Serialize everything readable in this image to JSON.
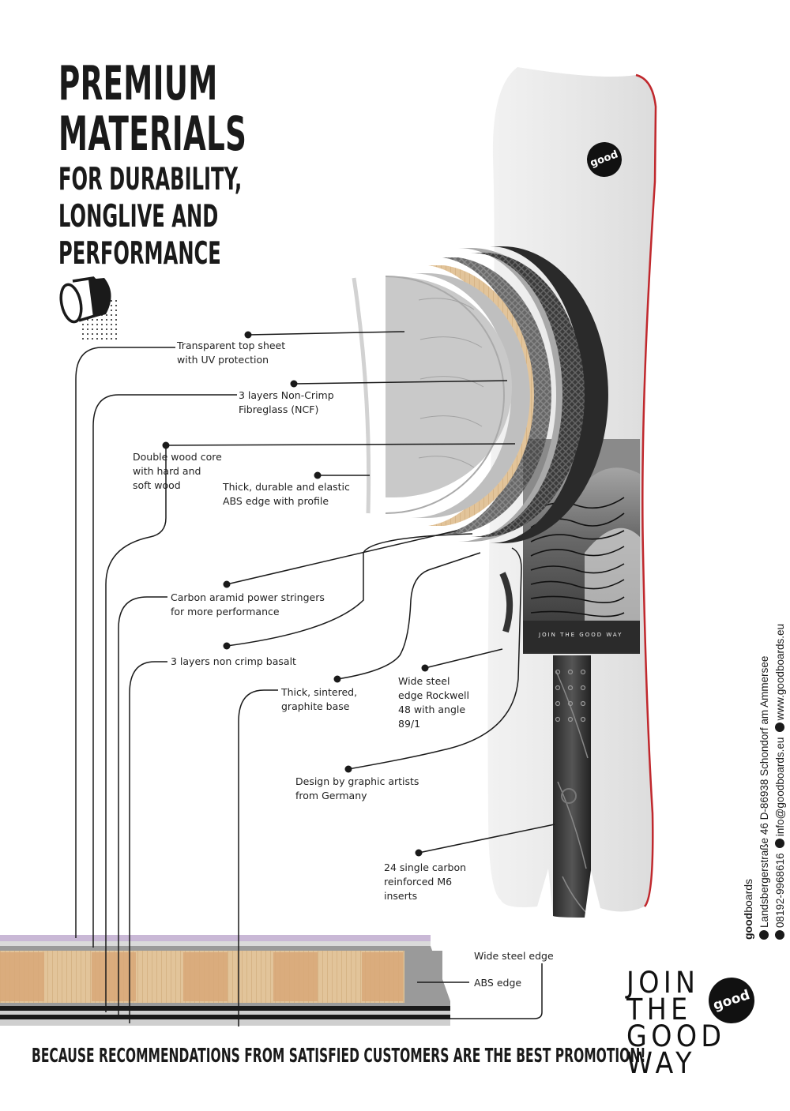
{
  "headline": {
    "line1": "PREMIUM",
    "line2": "MATERIALS",
    "line3": "FOR DURABILITY,",
    "line4": "LONGLIVE AND",
    "line5": "PERFORMANCE"
  },
  "callouts": {
    "top_sheet_1": "Transparent top sheet",
    "top_sheet_2": "with UV protection",
    "ncf_1": "3 layers Non-Crimp",
    "ncf_2": "Fibreglass (NCF)",
    "wood_1": "Double wood core",
    "wood_2": "with hard and",
    "wood_3": "soft wood",
    "abs_1": "Thick, durable and elastic",
    "abs_2": "ABS edge with profile",
    "carbon_1": "Carbon aramid power stringers",
    "carbon_2": "for more performance",
    "basalt": "3 layers non crimp basalt",
    "base_1": "Thick, sintered,",
    "base_2": "graphite base",
    "steel_edge_1": "Wide steel",
    "steel_edge_2": "edge Rockwell",
    "steel_edge_3": "48 with angle",
    "steel_edge_4": "89/1",
    "design_1": "Design by graphic artists",
    "design_2": "from Germany",
    "inserts_1": "24 single carbon",
    "inserts_2": "reinforced M6",
    "inserts_3": "inserts",
    "wide_steel_edge": "Wide steel edge",
    "abs_edge": "ABS edge"
  },
  "board": {
    "logo_text": "good",
    "graphic_caption": "JOIN THE GOOD WAY"
  },
  "slogan": "BECAUSE RECOMMENDATIONS FROM SATISFIED CUSTOMERS ARE THE BEST PROMOTION!",
  "contact": {
    "brand_bold": "good",
    "brand_light": "boards",
    "address": "Landsbergerstraße 46  D-86938 Schondorf am Ammersee",
    "phone": "08192-9968616",
    "email": "info@goodboards.eu",
    "web": "www.goodboards.eu"
  },
  "join_logo": {
    "line1": "JOIN",
    "line2": "THE",
    "line3": "GOOD",
    "line4": "WAY",
    "badge": "good"
  },
  "colors": {
    "ink": "#1a1a1a",
    "wood": "#d9a878",
    "accent_red": "#c0282d",
    "top_sheet": "#c9b8d6"
  }
}
